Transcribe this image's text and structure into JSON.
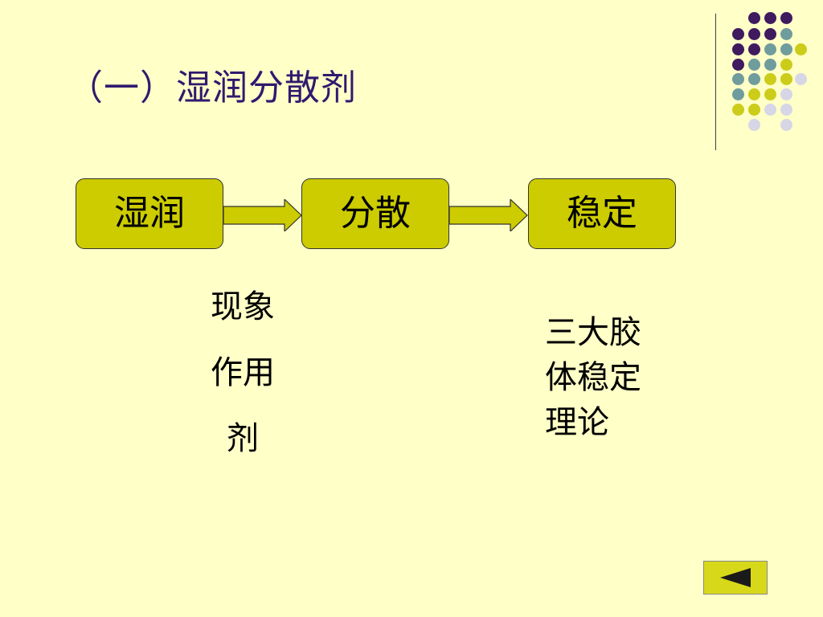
{
  "slide": {
    "title": "（一）湿润分散剂",
    "flow": [
      {
        "label": "湿润"
      },
      {
        "label": "分散"
      },
      {
        "label": "稳定"
      }
    ],
    "notes_left": [
      "现象",
      "作用",
      "剂"
    ],
    "notes_right": [
      "三大胶",
      "体稳定",
      "理论"
    ]
  },
  "navigation": {
    "back_icon": "triangle-left-icon"
  },
  "colors": {
    "background": "#FFFFC8",
    "title_text": "#2E1A6E",
    "box_fill": "#CCCC00",
    "arrow_fill": "#CCCC00",
    "text": "#000000",
    "dot_purple": "#3F1A5E",
    "dot_teal": "#6F9C9C",
    "dot_yellow": "#CCCC1A",
    "dot_light": "#D6D6E6",
    "button_fill": "#D8D81A"
  }
}
